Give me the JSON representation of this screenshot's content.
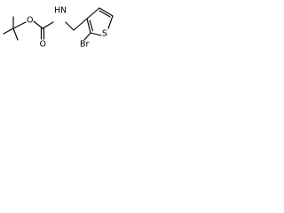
{
  "molecule": {
    "atoms": {
      "carbonyl_oxygen": "O",
      "ester_oxygen": "O",
      "amide_nitrogen": "N",
      "amide_hydrogen": "H",
      "ring_sulfur": "S",
      "bromine": "Br"
    }
  }
}
